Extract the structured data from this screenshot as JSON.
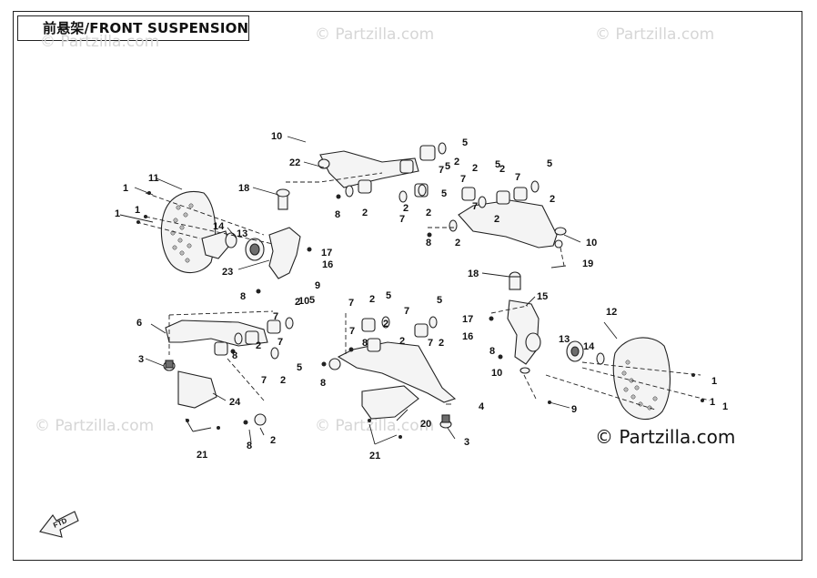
{
  "title": "前悬架/FRONT SUSPENSION",
  "watermarks": [
    "© Partzilla.com",
    "© Partzilla.com",
    "© Partzilla.com",
    "© Partzilla.com",
    "© Partzilla.com"
  ],
  "copyright": "© Partzilla.com",
  "ftd_label": "FTD",
  "callouts": [
    "1",
    "2",
    "3",
    "4",
    "5",
    "6",
    "7",
    "8",
    "9",
    "10",
    "11",
    "12",
    "13",
    "14",
    "15",
    "16",
    "17",
    "18",
    "19",
    "20",
    "21",
    "22",
    "23",
    "24"
  ],
  "callout_placements": [
    "1",
    "1",
    "1",
    "1",
    "1",
    "1",
    "2",
    "2",
    "2",
    "2",
    "2",
    "2",
    "2",
    "2",
    "2",
    "2",
    "2",
    "2",
    "2",
    "2",
    "2",
    "2",
    "2",
    "3",
    "3",
    "4",
    "5",
    "5",
    "5",
    "5",
    "5",
    "5",
    "5",
    "5",
    "5",
    "6",
    "7",
    "7",
    "7",
    "7",
    "7",
    "7",
    "7",
    "7",
    "7",
    "7",
    "7",
    "7",
    "8",
    "8",
    "8",
    "8",
    "8",
    "8",
    "8",
    "8",
    "9",
    "9",
    "10",
    "10",
    "10",
    "10",
    "11",
    "12",
    "13",
    "13",
    "14",
    "14",
    "15",
    "16",
    "16",
    "17",
    "17",
    "18",
    "18",
    "19",
    "20",
    "21",
    "21",
    "22",
    "23",
    "24"
  ]
}
